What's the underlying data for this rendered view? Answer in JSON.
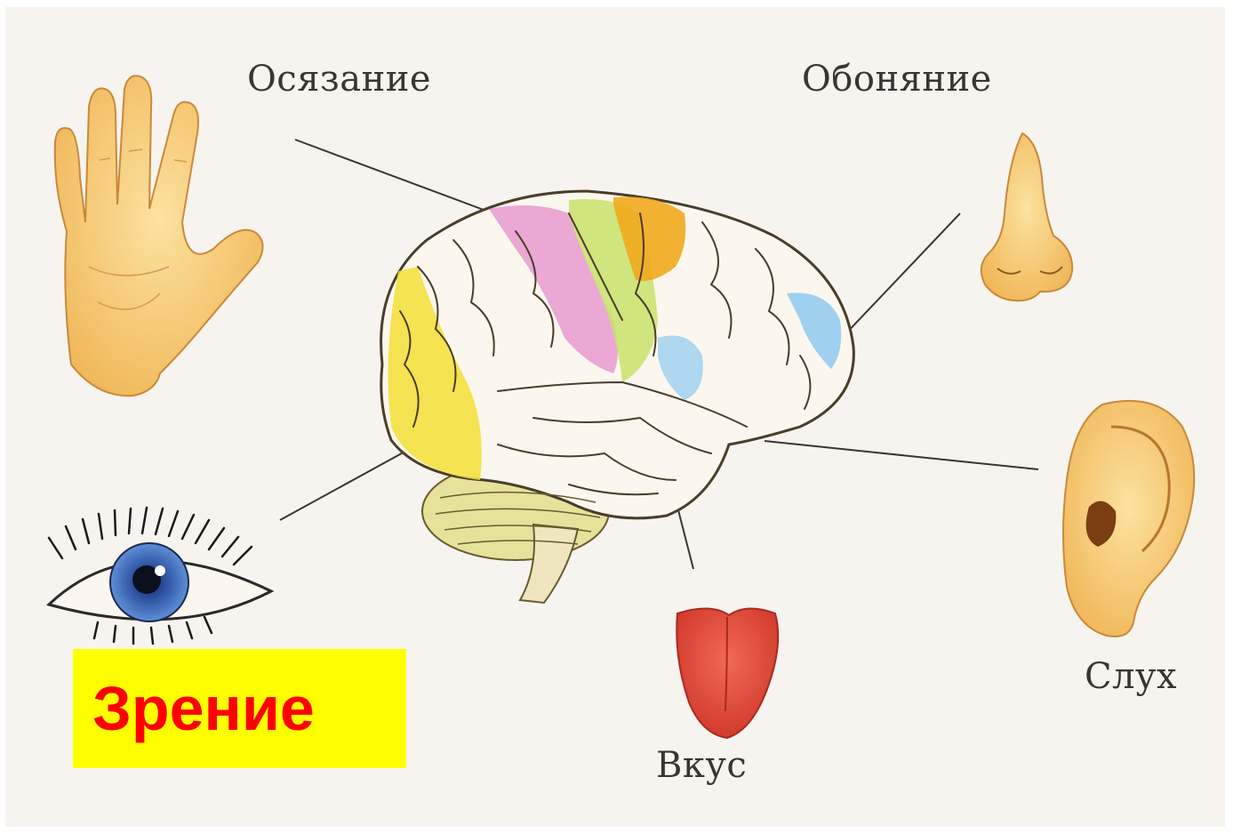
{
  "labels": {
    "touch": "Осязание",
    "smell": "Обоняние",
    "hearing": "Слух",
    "taste": "Вкус",
    "vision": "Зрение"
  },
  "colors": {
    "vision_bg": "#ffff00",
    "vision_text": "#ff0000",
    "zone_touch": "#e99ad0",
    "zone_motor": "#f2a81c",
    "zone_vision": "#f3df35",
    "zone_smell": "#8ec9ef",
    "zone_association": "#c9e26a"
  },
  "icons": [
    "hand-icon",
    "nose-icon",
    "eye-icon",
    "ear-icon",
    "tongue-icon",
    "brain-icon"
  ]
}
